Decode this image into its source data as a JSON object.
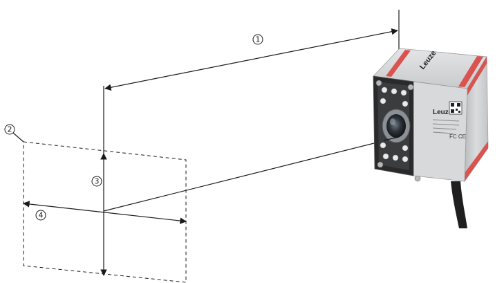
{
  "callouts": {
    "c1": "1",
    "c2": "2",
    "c3": "3",
    "c4": "4"
  },
  "device": {
    "brand_top": "Leuze",
    "brand_front": "Leuze",
    "accent_color": "#d9534f",
    "body_color": "#c9cbcd",
    "front_color": "#2a2a2a"
  }
}
